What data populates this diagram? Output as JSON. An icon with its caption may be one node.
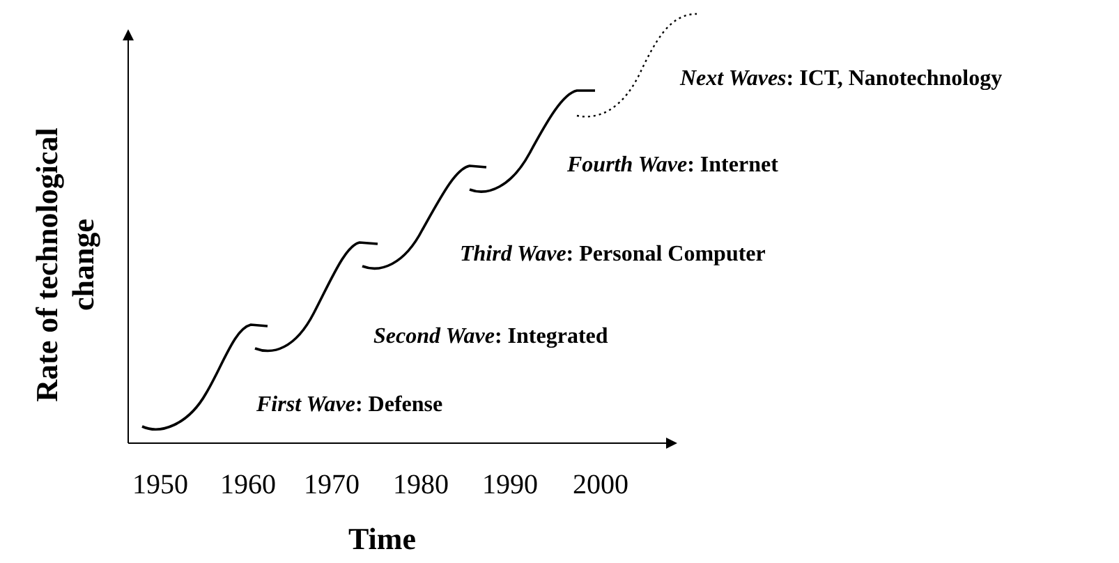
{
  "diagram": {
    "labels": [
      "Rate of technological change",
      "*Next Waves*: ICT, Nanotechnology",
      "*Fourth Wave*: Internet",
      "*Third Wave*: Personal Computer",
      "*Second Wave*: Integrated",
      "*First Wave*: Defense",
      "1950",
      "1960",
      "1970",
      "1980",
      "1990",
      "2000",
      "Time"
    ]
  }
}
